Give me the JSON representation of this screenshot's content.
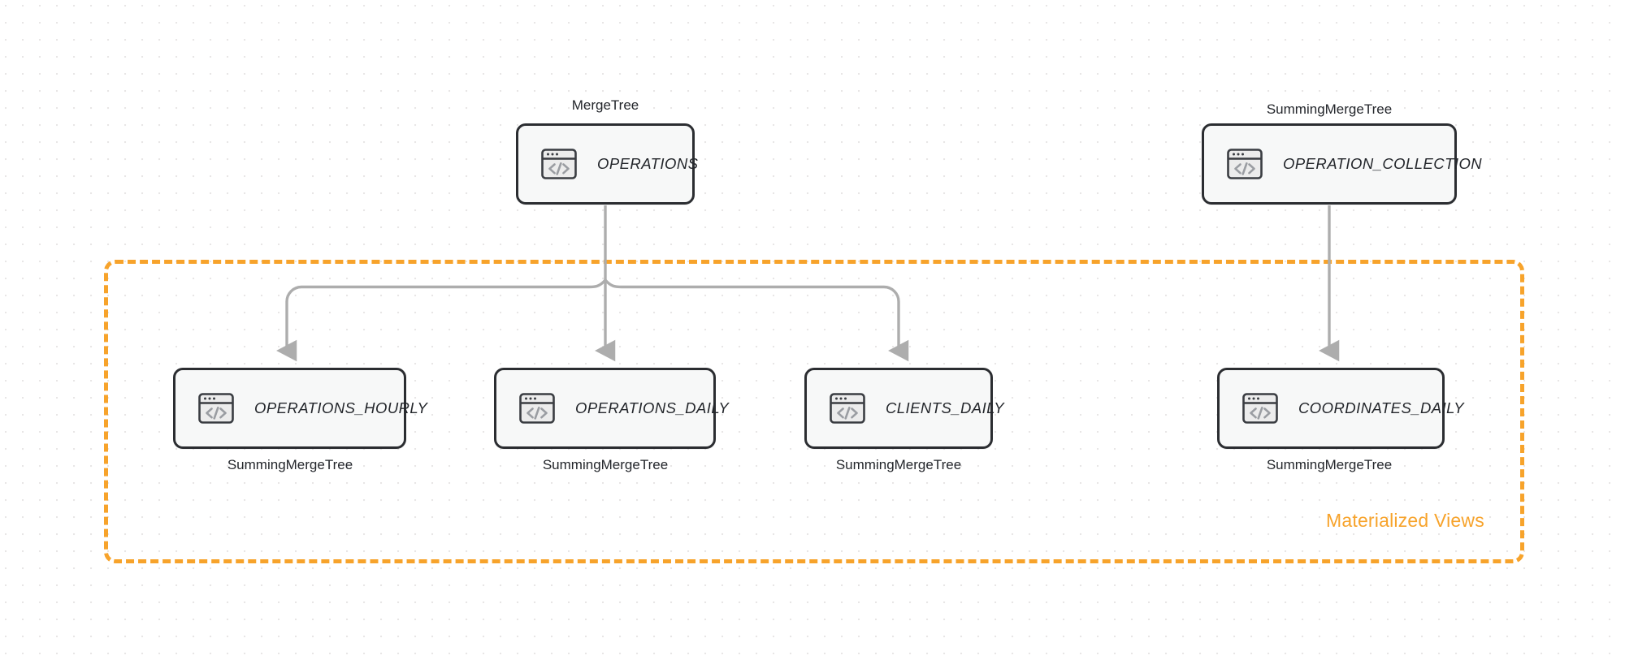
{
  "diagram": {
    "title": "ClickHouse table and materialized view lineage",
    "colors": {
      "node_border": "#2b2d31",
      "node_fill": "#f7f8f8",
      "edge": "#adadad",
      "group_accent": "#f7a32b",
      "text": "#23262b",
      "grid_dot": "#e8e6e6"
    },
    "group": {
      "label": "Materialized Views",
      "style": "dashed"
    },
    "icon_name": "code-window-icon",
    "nodes": [
      {
        "id": "operations",
        "label": "OPERATIONS",
        "engine": "MergeTree",
        "engine_position": "above",
        "icon": "code-window-icon"
      },
      {
        "id": "operation_collection",
        "label": "OPERATION_COLLECTION",
        "engine": "SummingMergeTree",
        "engine_position": "above",
        "icon": "code-window-icon"
      },
      {
        "id": "operations_hourly",
        "label": "OPERATIONS_HOURLY",
        "engine": "SummingMergeTree",
        "engine_position": "below",
        "icon": "code-window-icon"
      },
      {
        "id": "operations_daily",
        "label": "OPERATIONS_DAILY",
        "engine": "SummingMergeTree",
        "engine_position": "below",
        "icon": "code-window-icon"
      },
      {
        "id": "clients_daily",
        "label": "CLIENTS_DAILY",
        "engine": "SummingMergeTree",
        "engine_position": "below",
        "icon": "code-window-icon"
      },
      {
        "id": "coordinates_daily",
        "label": "COORDINATES_DAILY",
        "engine": "SummingMergeTree",
        "engine_position": "below",
        "icon": "code-window-icon"
      }
    ],
    "edges": [
      {
        "from": "operations",
        "to": "operations_hourly",
        "style": "arrow"
      },
      {
        "from": "operations",
        "to": "operations_daily",
        "style": "arrow"
      },
      {
        "from": "operations",
        "to": "clients_daily",
        "style": "arrow"
      },
      {
        "from": "operation_collection",
        "to": "coordinates_daily",
        "style": "arrow"
      }
    ]
  }
}
